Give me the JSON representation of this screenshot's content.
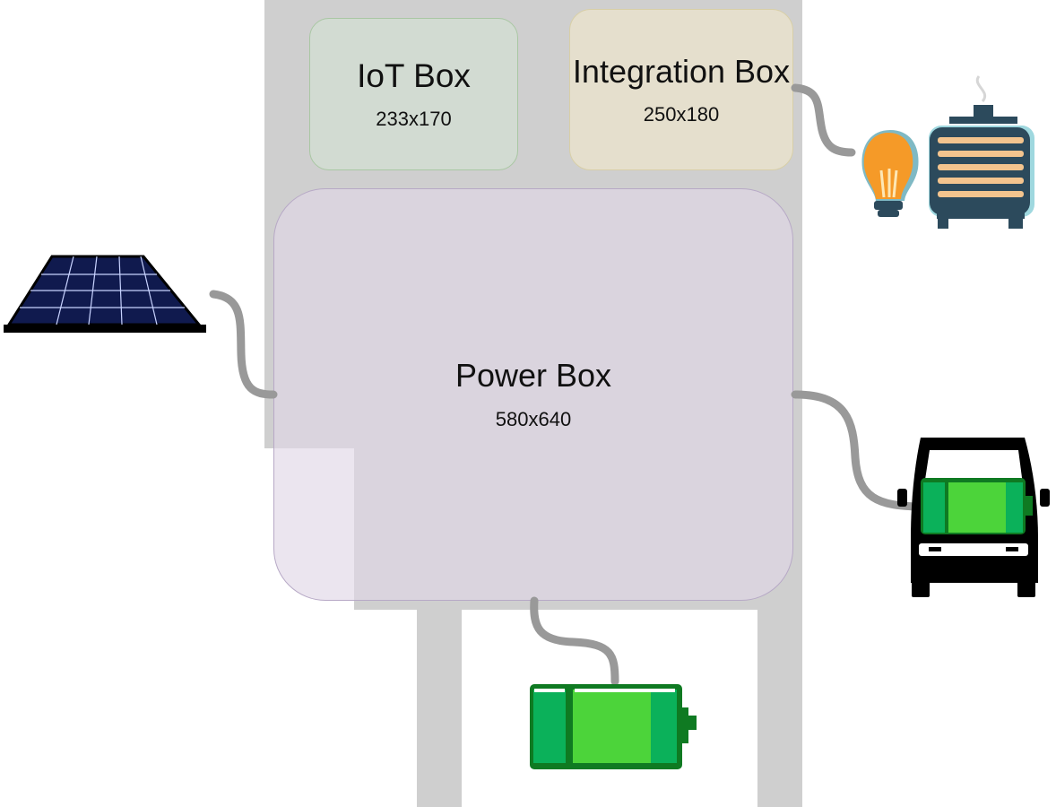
{
  "boxes": {
    "iot": {
      "title": "IoT Box",
      "dimensions": "233x170"
    },
    "integration": {
      "title": "Integration Box",
      "dimensions": "250x180"
    },
    "power": {
      "title": "Power Box",
      "dimensions": "580x640"
    }
  },
  "devices": [
    "solar-panel",
    "light-bulb",
    "heater",
    "battery",
    "electric-van"
  ],
  "colors": {
    "frame": "#cfcfcf",
    "iot_fill": "#d2dbd2",
    "integration_fill": "#e5dfcd",
    "power_fill": "#e1d7e6",
    "cable": "#999999",
    "battery_green": "#4cd43a",
    "battery_dark": "#0f7a22"
  }
}
